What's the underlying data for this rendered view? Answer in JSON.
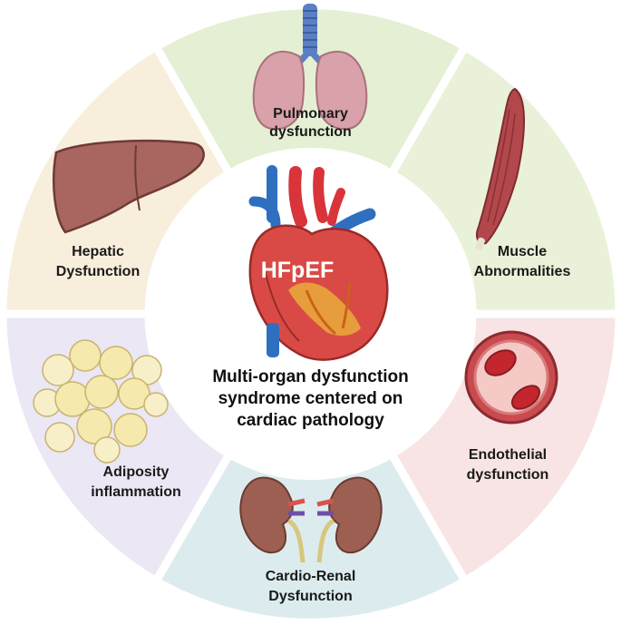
{
  "center": {
    "badge": "HFpEF",
    "caption_lines": [
      "Multi-organ dysfunction",
      "syndrome centered on",
      "cardiac pathology"
    ]
  },
  "segments": [
    {
      "id": "pulmonary",
      "lines": [
        "Pulmonary",
        "dysfunction"
      ],
      "color": "#e4efd3",
      "icon": "lungs-icon"
    },
    {
      "id": "muscle",
      "lines": [
        "Muscle",
        "Abnormalities"
      ],
      "color": "#eaf1d9",
      "icon": "muscle-icon"
    },
    {
      "id": "endothelial",
      "lines": [
        "Endothelial",
        "dysfunction"
      ],
      "color": "#f8e4e4",
      "icon": "blood-vessel-icon"
    },
    {
      "id": "renal",
      "lines": [
        "Cardio-Renal",
        "Dysfunction"
      ],
      "color": "#dcecee",
      "icon": "kidneys-icon"
    },
    {
      "id": "adiposity",
      "lines": [
        "Adiposity",
        "inflammation"
      ],
      "color": "#ebe7f4",
      "icon": "adipocytes-icon"
    },
    {
      "id": "hepatic",
      "lines": [
        "Hepatic",
        "Dysfunction"
      ],
      "color": "#f8eedc",
      "icon": "liver-icon"
    }
  ]
}
